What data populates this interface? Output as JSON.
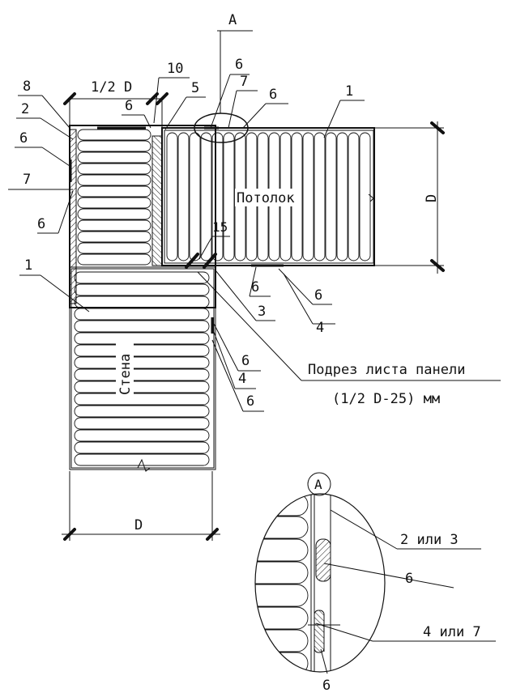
{
  "detail_marker": "A",
  "callout_circle": "A",
  "labels": {
    "half_d": "1/2 D",
    "d_vertical": "D",
    "d_horizontal": "D",
    "ceiling": "Потолок",
    "wall": "Стена",
    "panel_cut": "Подрез листа панели",
    "panel_cut_formula": "(1/2 D-25) мм",
    "detail_2or3": "2 или 3",
    "detail_4or7": "4 или 7"
  },
  "positions": {
    "n8": "8",
    "n2": "2",
    "n6a": "6",
    "n7a": "7",
    "n6b": "6",
    "n1a": "1",
    "n10": "10",
    "n5": "5",
    "n6c": "6",
    "n6d": "6",
    "n7b": "7",
    "n6e": "6",
    "n1b": "1",
    "n15": "15",
    "n6f": "6",
    "n3": "3",
    "n6g": "6",
    "n4a": "4",
    "n6h": "6",
    "n4b": "4",
    "n6i": "6",
    "n6j": "6",
    "n6k": "6"
  }
}
